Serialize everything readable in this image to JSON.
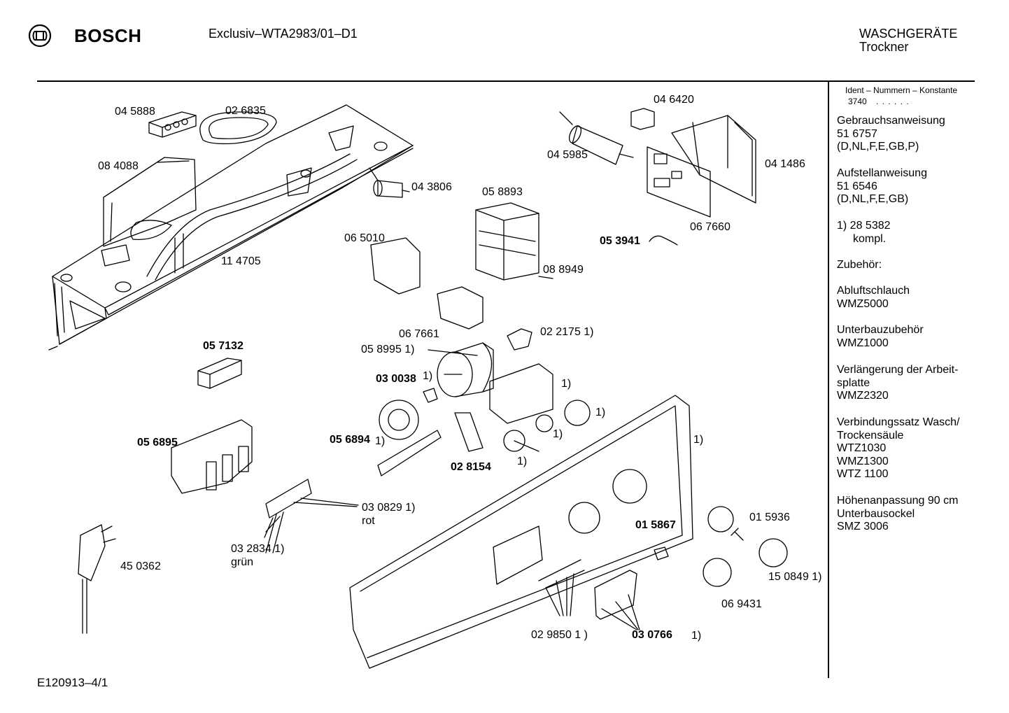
{
  "header": {
    "brand": "BOSCH",
    "model": "Exclusiv–WTA2983/01–D1",
    "category_line1": "WASCHGERÄTE",
    "category_line2": "Trockner",
    "logo_icon": "bosch-armature-icon"
  },
  "footer": {
    "drawing_id": "E120913–4/1"
  },
  "sidebar": {
    "ident_header": "Ident – Nummern – Konstante",
    "ident_value": "3740",
    "ident_dots": ". . . . . .",
    "blocks": [
      {
        "lines": [
          "Gebrauchsanweisung",
          "51 6757",
          "(D,NL,F,E,GB,P)"
        ]
      },
      {
        "lines": [
          "Aufstellanweisung",
          "51 6546",
          "(D,NL,F,E,GB)"
        ]
      },
      {
        "lines": [
          "1)  28 5382",
          "kompl."
        ]
      },
      {
        "lines": [
          "Zubehör:"
        ]
      },
      {
        "lines": [
          "Abluftschlauch",
          "WMZ5000"
        ]
      },
      {
        "lines": [
          "Unterbauzubehör",
          "WMZ1000"
        ]
      },
      {
        "lines": [
          "Verlängerung der Arbeit-",
          "splatte",
          "WMZ2320"
        ]
      },
      {
        "lines": [
          "Verbindungssatz Wasch/",
          "Trockensäule",
          "WTZ1030",
          "WMZ1300",
          "WTZ 1100"
        ]
      },
      {
        "lines": [
          "Höhenanpassung 90 cm",
          "Unterbausockel",
          "SMZ 3006"
        ]
      }
    ]
  },
  "parts": [
    {
      "id": "045888",
      "text": "04 5888",
      "bold": false
    },
    {
      "id": "026835",
      "text": "02 6835",
      "bold": false
    },
    {
      "id": "084088",
      "text": "08 4088",
      "bold": false
    },
    {
      "id": "043806",
      "text": "04 3806",
      "bold": false
    },
    {
      "id": "114705",
      "text": "11 4705",
      "bold": false
    },
    {
      "id": "046420",
      "text": "04 6420",
      "bold": false
    },
    {
      "id": "045985",
      "text": "04 5985",
      "bold": false
    },
    {
      "id": "041486",
      "text": "04 1486",
      "bold": false
    },
    {
      "id": "058893",
      "text": "05 8893",
      "bold": false
    },
    {
      "id": "065010",
      "text": "06 5010",
      "bold": false
    },
    {
      "id": "053941",
      "text": "05 3941",
      "bold": true
    },
    {
      "id": "067660",
      "text": "06 7660",
      "bold": false
    },
    {
      "id": "088949",
      "text": "08 8949",
      "bold": false
    },
    {
      "id": "067661",
      "text": "06 7661",
      "bold": false
    },
    {
      "id": "022175",
      "text": "02 2175 1)",
      "bold": false
    },
    {
      "id": "057132",
      "text": "05 7132",
      "bold": true
    },
    {
      "id": "058995",
      "text": "05 8995 1)",
      "bold": false
    },
    {
      "id": "030038",
      "text": "03 0038",
      "bold": true
    },
    {
      "id": "030038n",
      "text": "1)",
      "bold": false
    },
    {
      "id": "n_housing",
      "text": "1)",
      "bold": false
    },
    {
      "id": "n_gear_big",
      "text": "1)",
      "bold": false
    },
    {
      "id": "n_gear_mid",
      "text": "1)",
      "bold": false
    },
    {
      "id": "n_shaft",
      "text": "1)",
      "bold": false
    },
    {
      "id": "n_panel",
      "text": "1)",
      "bold": false
    },
    {
      "id": "056895",
      "text": "05 6895",
      "bold": true
    },
    {
      "id": "056894",
      "text": "05 6894",
      "bold": true
    },
    {
      "id": "056894n",
      "text": "1)",
      "bold": false
    },
    {
      "id": "028154",
      "text": "02 8154",
      "bold": true
    },
    {
      "id": "030829",
      "text": "03 0829 1)",
      "bold": false
    },
    {
      "id": "rot",
      "text": "rot",
      "bold": false
    },
    {
      "id": "032834",
      "text": "03 2834 1)",
      "bold": false
    },
    {
      "id": "gruen",
      "text": "grün",
      "bold": false
    },
    {
      "id": "450362",
      "text": "45 0362",
      "bold": false
    },
    {
      "id": "015867",
      "text": "01 5867",
      "bold": true
    },
    {
      "id": "015936",
      "text": "01 5936",
      "bold": false
    },
    {
      "id": "150849",
      "text": "15 0849 1)",
      "bold": false
    },
    {
      "id": "069431",
      "text": "06 9431",
      "bold": false
    },
    {
      "id": "029850",
      "text": "02 9850 1 )",
      "bold": false
    },
    {
      "id": "030766",
      "text": "03 0766",
      "bold": true
    },
    {
      "id": "030766n",
      "text": "1)",
      "bold": false
    }
  ],
  "colors": {
    "ink": "#000000",
    "paper": "#ffffff"
  }
}
